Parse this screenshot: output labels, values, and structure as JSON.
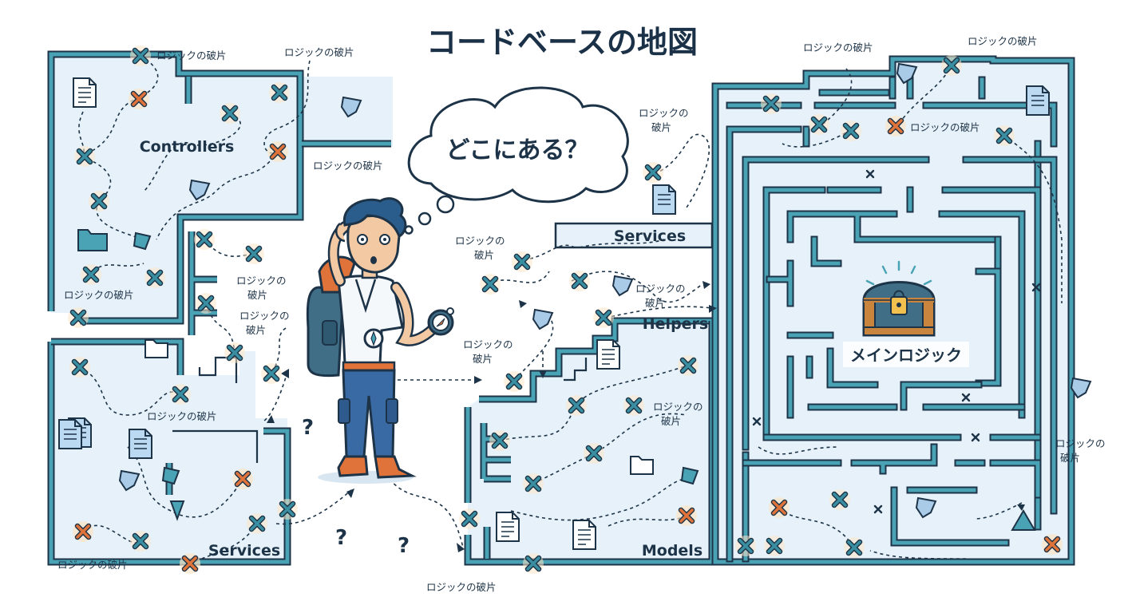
{
  "title": "コードベースの地図",
  "thought_bubble": "どこにある？",
  "rooms": {
    "controllers": "Controllers",
    "services_left": "Services",
    "services_right": "Services",
    "helpers": "Helpers",
    "models": "Models"
  },
  "treasure_label": "メインロジック",
  "fragment_label": "ロジックの破片",
  "fragment_label_line1": "ロジックの",
  "fragment_label_line2": "破片",
  "question_mark": "?",
  "colors": {
    "wall_dark": "#1d3347",
    "wall_teal": "#4aa3b5",
    "floor": "#e6f1f9",
    "marker_teal": "#3a8ea1",
    "marker_orange": "#e0733a",
    "chest_wood": "#c9843e",
    "chest_metal": "#3f6e86"
  },
  "icons": [
    "x-marker-icon",
    "document-icon",
    "folder-icon",
    "shard-icon",
    "treasure-chest-icon",
    "compass-icon",
    "question-mark-icon"
  ]
}
